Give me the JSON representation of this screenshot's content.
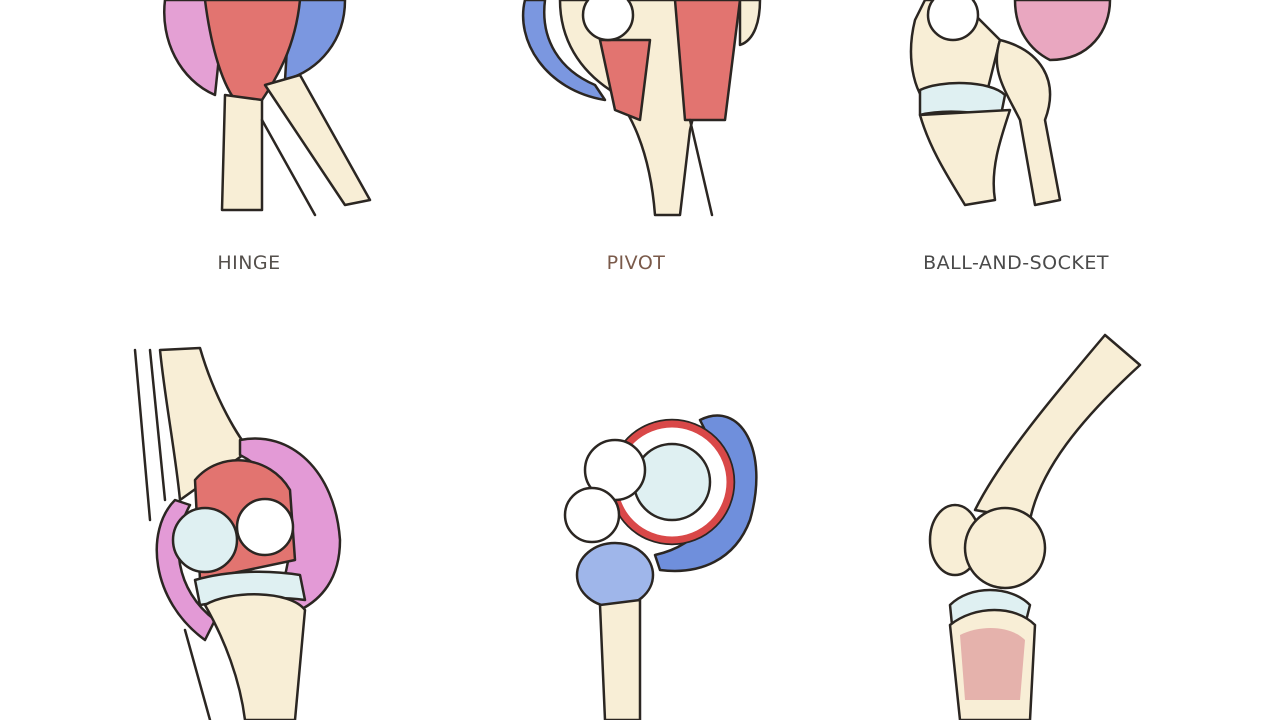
{
  "labels": [
    {
      "text": "HINGE",
      "color": "#55504c"
    },
    {
      "text": "PIVOT",
      "color": "#7a5a4a"
    },
    {
      "text": "BALL-AND-SOCKET",
      "color": "#4a4a4a"
    }
  ],
  "colors": {
    "bone": "#f8eed6",
    "cartilage": "#dff0f2",
    "muscle_red": "#e2706c",
    "ligament_blue": "#6f8fdc",
    "bursa_pink": "#d98ac8",
    "outline": "#2b2622"
  }
}
